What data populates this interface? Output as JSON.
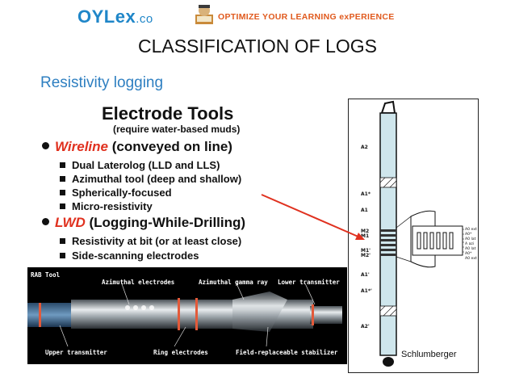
{
  "header": {
    "logo_main": "OYLex",
    "logo_suffix": ".co",
    "tagline": "OPTIMIZE YOUR LEARNING exPERIENCE"
  },
  "slide": {
    "title": "CLASSIFICATION OF LOGS",
    "subtitle": "Resistivity logging"
  },
  "electrode_tools": {
    "heading": "Electrode Tools",
    "note": "(require water-based muds)",
    "groups": [
      {
        "highlight": "Wireline",
        "rest": " (conveyed on line)",
        "items": [
          "Dual Laterolog (LLD and LLS)",
          "Azimuthal tool (deep and shallow)",
          "Spherically-focused",
          "Micro-resistivity"
        ]
      },
      {
        "highlight": "LWD",
        "rest": " (Logging-While-Drilling)",
        "items": [
          "Resistivity at bit (or at least close)",
          "Side-scanning electrodes"
        ]
      }
    ]
  },
  "tool_figure": {
    "electrode_labels": [
      "A2",
      "A1*",
      "A1",
      "M2",
      "M1",
      "M1'",
      "M2'",
      "A1'",
      "A1*'",
      "A2'"
    ],
    "detail_labels": [
      "A0 ext",
      "A0*",
      "A0 lat",
      "A azi",
      "A0 lat",
      "A0*",
      "A0 ext"
    ],
    "brand": "Schlumberger"
  },
  "rab_tool": {
    "title": "RAB Tool",
    "labels": {
      "azimuthal_electrodes": "Azimuthal electrodes",
      "azimuthal_gamma": "Azimuthal gamma ray",
      "lower_transmitter": "Lower transmitter",
      "upper_transmitter": "Upper transmitter",
      "ring_electrodes": "Ring electrodes",
      "stabilizer": "Field-replaceable stabilizer"
    }
  }
}
